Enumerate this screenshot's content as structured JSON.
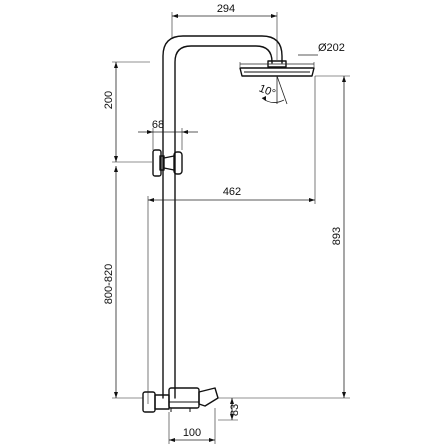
{
  "drawing": {
    "dimensions": {
      "head_reach": "294",
      "head_diameter": "Ø202",
      "head_tilt": "10°",
      "upper_height": "200",
      "bracket_offset": "68",
      "total_reach": "462",
      "overall_height": "893",
      "mixer_height": "800-820",
      "mixer_offset": "83",
      "mixer_width": "100"
    }
  }
}
